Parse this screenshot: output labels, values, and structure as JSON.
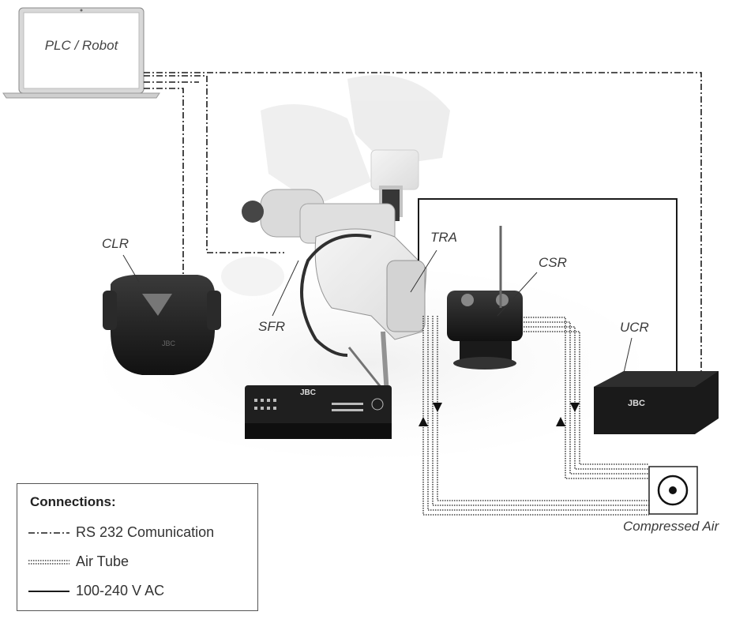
{
  "plc_label": "PLC / Robot",
  "components": {
    "clr": "CLR",
    "sfr": "SFR",
    "tra": "TRA",
    "csr": "CSR",
    "ucr": "UCR",
    "compressed_air": "Compressed Air"
  },
  "brand": "JBC",
  "legend": {
    "title": "Connections:",
    "items": [
      {
        "label": "RS 232 Comunication",
        "line_style": "dash-dot"
      },
      {
        "label": "Air Tube",
        "line_style": "dotted-double"
      },
      {
        "label": "100-240 V AC",
        "line_style": "solid"
      }
    ]
  },
  "colors": {
    "line": "#1a1a1a",
    "device_dark": "#2b2b2b",
    "robot_light": "#e8e8e8"
  }
}
